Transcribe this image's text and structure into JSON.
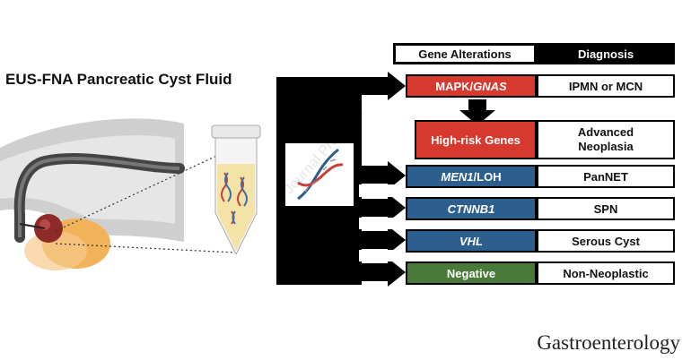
{
  "title": "EUS-FNA Pancreatic Cyst Fluid",
  "headers": {
    "gene_alterations": "Gene Alterations",
    "diagnosis": "Diagnosis"
  },
  "rows": [
    {
      "gene_prefix": "MAPK/",
      "gene_italic": "GNAS",
      "diagnosis": "IPMN or MCN",
      "color": "#d63a2f"
    },
    {
      "gene": "High-risk Genes",
      "diagnosis_line1": "Advanced",
      "diagnosis_line2": "Neoplasia",
      "color": "#d63a2f"
    },
    {
      "gene_italic": "MEN1",
      "gene_suffix": "/LOH",
      "diagnosis": "PanNET",
      "color": "#2d5f8e"
    },
    {
      "gene_italic": "CTNNB1",
      "diagnosis": "SPN",
      "color": "#2d5f8e"
    },
    {
      "gene_italic": "VHL",
      "diagnosis": "Serous Cyst",
      "color": "#2d5f8e"
    },
    {
      "gene": "Negative",
      "diagnosis": "Non-Neoplastic",
      "color": "#4a7a3a"
    }
  ],
  "watermark": "Journal Pre-proof",
  "journal": "Gastroenterology"
}
